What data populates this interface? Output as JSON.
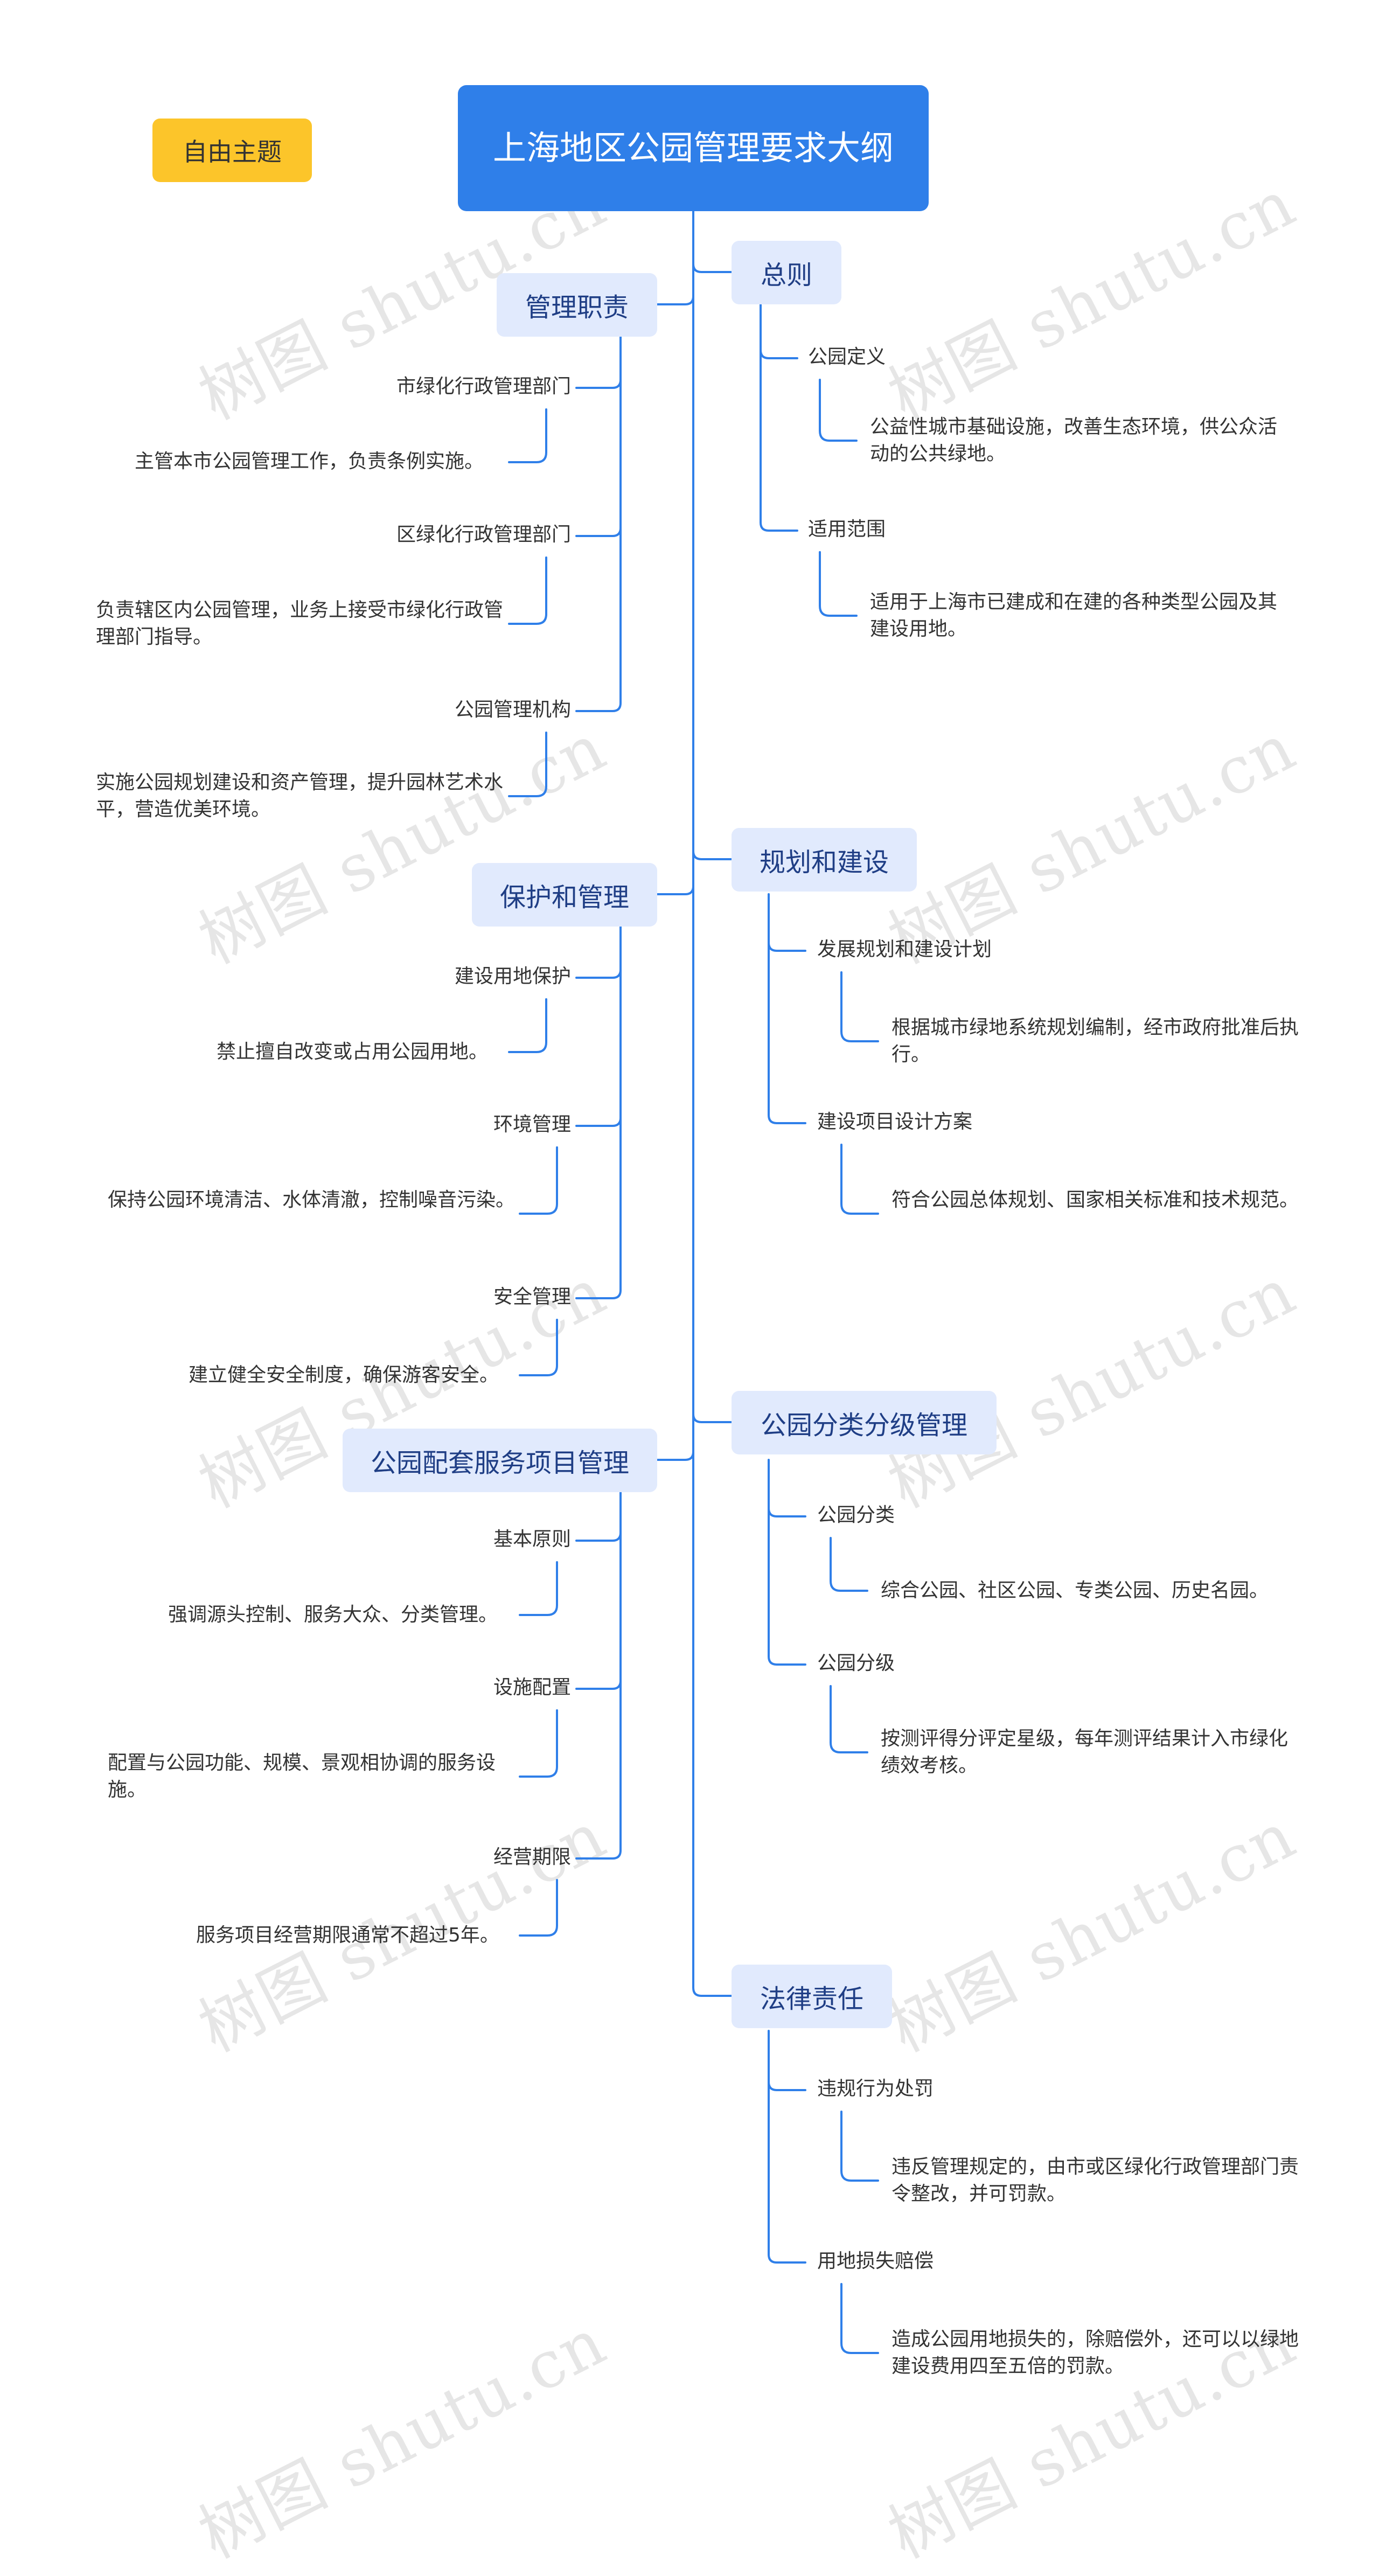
{
  "root": "上海地区公园管理要求大纲",
  "tag": "自由主题",
  "watermark": "树图 shutu.cn",
  "colors": {
    "root_bg": "#2f7fe9",
    "topic_bg": "#e1eafd",
    "topic_text": "#1f3e85",
    "line": "#2f7fe9",
    "tag_bg": "#fcc52a"
  },
  "left": [
    {
      "label": "管理职责",
      "children": [
        {
          "label": "市绿化行政管理部门",
          "desc": "主管本市公园管理工作，负责条例实施。"
        },
        {
          "label": "区绿化行政管理部门",
          "desc": "负责辖区内公园管理，业务上接受市绿化行政管理部门指导。"
        },
        {
          "label": "公园管理机构",
          "desc": "实施公园规划建设和资产管理，提升园林艺术水平，营造优美环境。"
        }
      ]
    },
    {
      "label": "保护和管理",
      "children": [
        {
          "label": "建设用地保护",
          "desc": "禁止擅自改变或占用公园用地。"
        },
        {
          "label": "环境管理",
          "desc": "保持公园环境清洁、水体清澈，控制噪音污染。"
        },
        {
          "label": "安全管理",
          "desc": "建立健全安全制度，确保游客安全。"
        }
      ]
    },
    {
      "label": "公园配套服务项目管理",
      "children": [
        {
          "label": "基本原则",
          "desc": "强调源头控制、服务大众、分类管理。"
        },
        {
          "label": "设施配置",
          "desc": "配置与公园功能、规模、景观相协调的服务设施。"
        },
        {
          "label": "经营期限",
          "desc": "服务项目经营期限通常不超过5年。"
        }
      ]
    }
  ],
  "right": [
    {
      "label": "总则",
      "children": [
        {
          "label": "公园定义",
          "desc": "公益性城市基础设施，改善生态环境，供公众活动的公共绿地。"
        },
        {
          "label": "适用范围",
          "desc": "适用于上海市已建成和在建的各种类型公园及其建设用地。"
        }
      ]
    },
    {
      "label": "规划和建设",
      "children": [
        {
          "label": "发展规划和建设计划",
          "desc": "根据城市绿地系统规划编制，经市政府批准后执行。"
        },
        {
          "label": "建设项目设计方案",
          "desc": "符合公园总体规划、国家相关标准和技术规范。"
        }
      ]
    },
    {
      "label": "公园分类分级管理",
      "children": [
        {
          "label": "公园分类",
          "desc": "综合公园、社区公园、专类公园、历史名园。"
        },
        {
          "label": "公园分级",
          "desc": "按测评得分评定星级，每年测评结果计入市绿化绩效考核。"
        }
      ]
    },
    {
      "label": "法律责任",
      "children": [
        {
          "label": "违规行为处罚",
          "desc": "违反管理规定的，由市或区绿化行政管理部门责令整改，并可罚款。"
        },
        {
          "label": "用地损失赔偿",
          "desc": "造成公园用地损失的，除赔偿外，还可以以绿地建设费用四至五倍的罚款。"
        }
      ]
    }
  ]
}
